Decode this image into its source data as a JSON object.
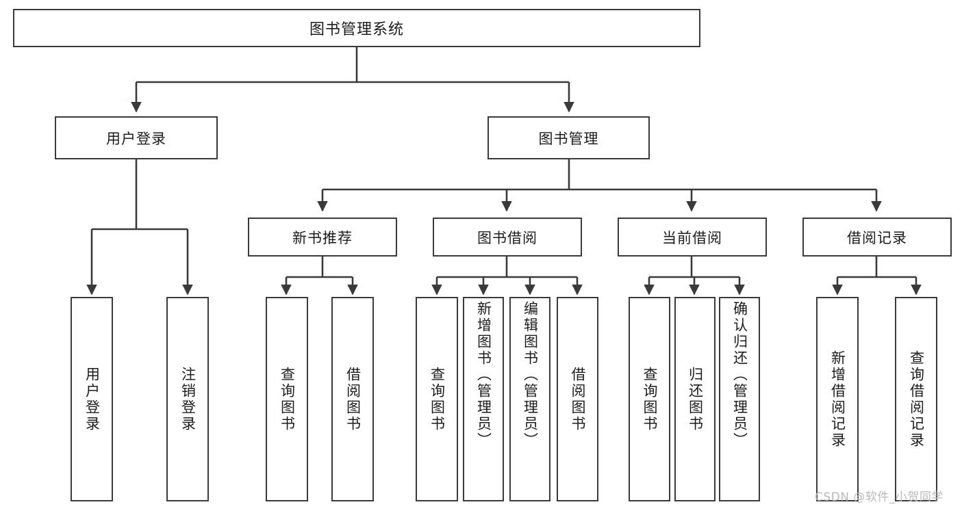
{
  "diagram": {
    "type": "tree-hierarchy-functional-decomposition",
    "title": "图书管理系统",
    "watermark": "CSDN @软件_小贺同学",
    "colors": {
      "box_border": "#3a3a3a",
      "box_fill": "#ffffff",
      "connector": "#3a3a3a",
      "text": "#1c1c1c",
      "watermark": "#b9b9b9",
      "background": "#ffffff"
    },
    "root": {
      "label": "图书管理系统"
    },
    "level2": [
      {
        "id": "user-login",
        "label": "用户登录"
      },
      {
        "id": "book-management",
        "label": "图书管理"
      }
    ],
    "level3": [
      {
        "id": "new-book-recommend",
        "label": "新书推荐"
      },
      {
        "id": "book-borrow",
        "label": "图书借阅"
      },
      {
        "id": "current-borrow",
        "label": "当前借阅"
      },
      {
        "id": "borrow-record",
        "label": "借阅记录"
      }
    ],
    "leaves": {
      "user_login": [
        {
          "id": "leaf-user-login",
          "label": "用户登录"
        },
        {
          "id": "leaf-logout-login",
          "label": "注销登录"
        }
      ],
      "new_book_recommend": [
        {
          "id": "leaf-query-book-1",
          "label": "查询图书"
        },
        {
          "id": "leaf-borrow-book-1",
          "label": "借阅图书"
        }
      ],
      "book_borrow": [
        {
          "id": "leaf-query-book-2",
          "label": "查询图书"
        },
        {
          "id": "leaf-add-book",
          "label": "新增图书（管理员）"
        },
        {
          "id": "leaf-edit-book",
          "label": "编辑图书（管理员）"
        },
        {
          "id": "leaf-borrow-book-2",
          "label": "借阅图书"
        }
      ],
      "current_borrow": [
        {
          "id": "leaf-query-book-3",
          "label": "查询图书"
        },
        {
          "id": "leaf-return-book",
          "label": "归还图书"
        },
        {
          "id": "leaf-confirm-return",
          "label": "确认归还（管理员）"
        }
      ],
      "borrow_record": [
        {
          "id": "leaf-add-borrow-record",
          "label": "新增借阅记录"
        },
        {
          "id": "leaf-query-borrow-record",
          "label": "查询借阅记录"
        }
      ]
    }
  }
}
